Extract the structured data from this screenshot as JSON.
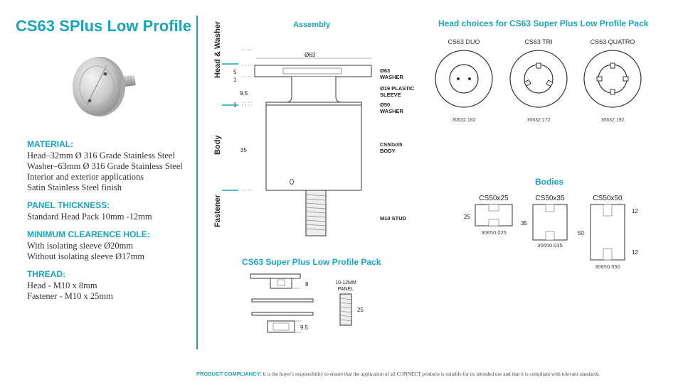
{
  "title": "CS63 SPlus Low Profile",
  "specs": {
    "material_heading": "MATERIAL:",
    "material_lines": [
      "Head–32mm Ø 316 Grade Stainless Steel",
      "Washer–63mm Ø 316 Grade Stainless Steel",
      "Interior and exterior applications",
      "Satin Stainless Steel finish"
    ],
    "panel_heading": "PANEL THICKNESS:",
    "panel_lines": [
      "Standard Head Pack 10mm -12mm"
    ],
    "hole_heading": "MINIMUM CLEARENCE HOLE:",
    "hole_lines": [
      "With isolating sleeve Ø20mm",
      "Without isolating sleeve Ø17mm"
    ],
    "thread_heading": "THREAD:",
    "thread_lines": [
      "Head - M10 x 8mm",
      "Fastener - M10 x 25mm"
    ]
  },
  "assembly": {
    "title": "Assembly",
    "side_labels": {
      "head_washer": "Head & Washer",
      "body": "Body",
      "fastener": "Fastener"
    },
    "dims": {
      "d63": "Ø63",
      "five": "5",
      "one_a": "1",
      "nine_five": "9.5",
      "one_b": "1",
      "thirtyfive": "35"
    },
    "callouts": {
      "washer63": [
        "Ø63",
        "WASHER"
      ],
      "sleeve": [
        "Ø19 PLASTIC",
        "SLEEVE"
      ],
      "washer50": [
        "Ø50",
        "WASHER"
      ],
      "body": [
        "CS50x35",
        "BODY"
      ],
      "stud": "M10 STUD"
    }
  },
  "heads": {
    "title": "Head choices for CS63 Super Plus Low Profile Pack",
    "items": [
      {
        "name": "CS63 DUO",
        "code": "30632.182"
      },
      {
        "name": "CS63 TRI",
        "code": "30632.172"
      },
      {
        "name": "CS63 QUATRO",
        "code": "30632.192"
      }
    ]
  },
  "bodies": {
    "title": "Bodies",
    "items": [
      {
        "name": "CS50x25",
        "code": "30650.025",
        "dim": "25"
      },
      {
        "name": "CS50x35",
        "code": "30650.035",
        "dim": "35"
      },
      {
        "name": "CS50x50",
        "code": "30650.050",
        "dim": "50",
        "top": "12",
        "bottom": "12"
      }
    ]
  },
  "pack": {
    "title": "CS63 Super Plus Low Profile Pack",
    "dim_8": "8",
    "dim_95": "9.5",
    "panel_label": [
      "10-12MM",
      "PANEL"
    ],
    "panel_dim": "25"
  },
  "footer": {
    "label": "PRODUCT COMPLIANCY:",
    "text": "It is the buyer's responsibility to ensure that the application of all CONNECT products is suitable for its intended use and that it is compliant with relevant standards."
  }
}
